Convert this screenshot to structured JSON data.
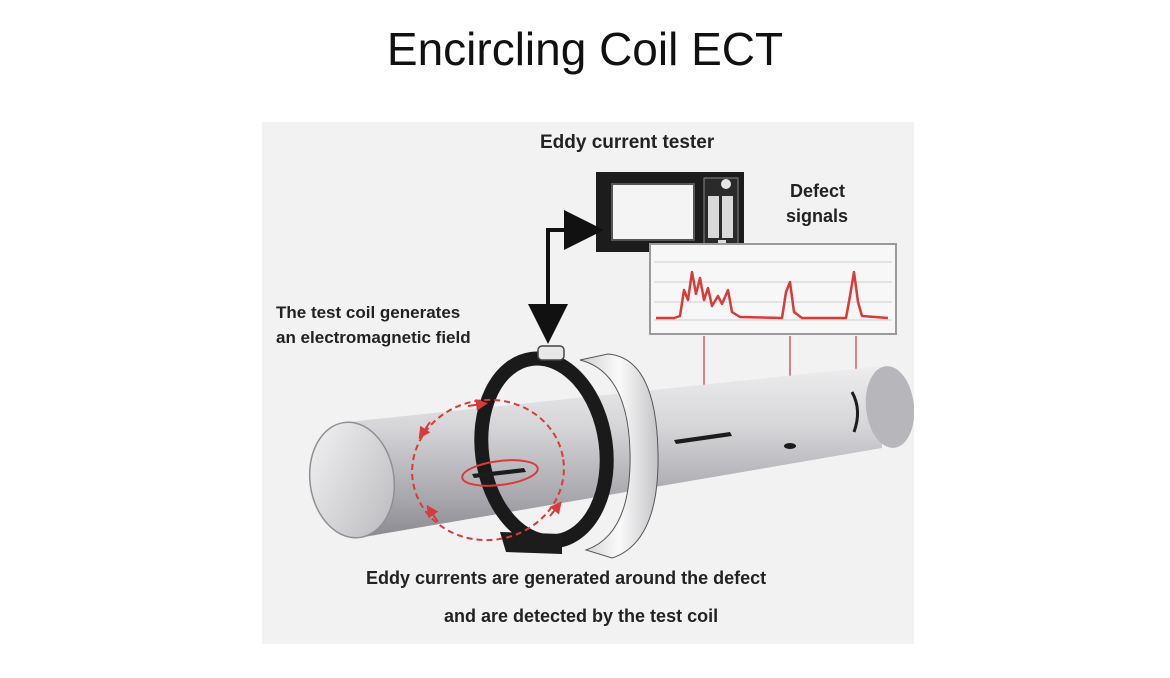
{
  "slide": {
    "title": "Encircling Coil ECT"
  },
  "diagram": {
    "labels": {
      "tester": "Eddy current tester",
      "defect_signals_line1": "Defect",
      "defect_signals_line2": "signals",
      "coil_line1": "The test coil generates",
      "coil_line2": "an electromagnetic field",
      "eddy_line1": "Eddy currents are generated around the defect",
      "eddy_line2": "and are detected by the test coil"
    },
    "colors": {
      "signal_trace": "#d93a3a",
      "eddy_current": "#d93a3a",
      "instrument_body": "#1c1c1c",
      "pipe_metal": "#c8c8cc",
      "background": "#f2f2f2"
    }
  }
}
